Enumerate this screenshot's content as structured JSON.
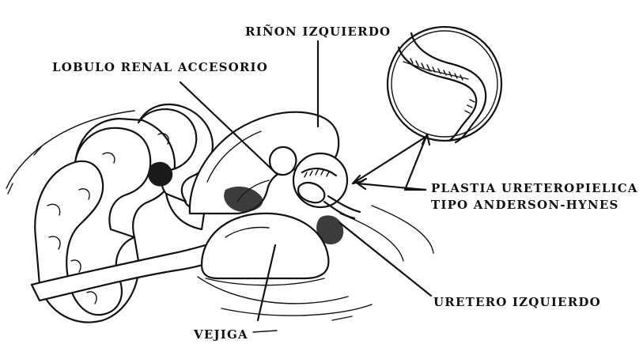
{
  "labels": {
    "rinon_izquierdo": "RIÑON IZQUIERDO",
    "lobulo_renal": "LOBULO RENAL ACCESORIO",
    "plastia_line1": "PLASTIA URETEROPIELICA",
    "plastia_line2": "TIPO ANDERSON-HYNES",
    "uretero_izquierdo": "URETERO IZQUIERDO",
    "vejiga": "VEJIGA"
  }
}
